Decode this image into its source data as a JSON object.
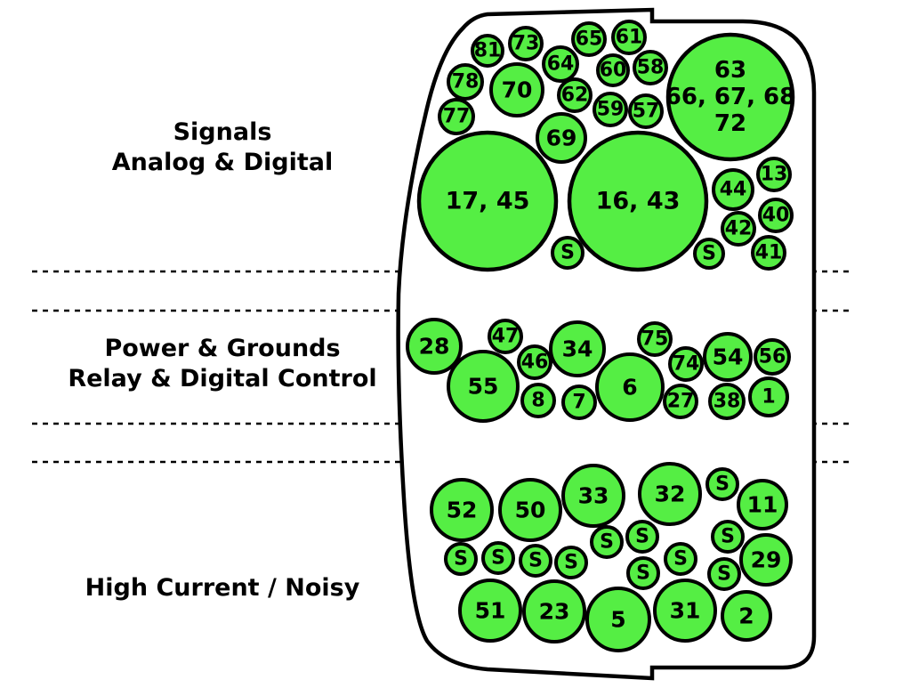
{
  "colors": {
    "wire_fill": "#55ee44",
    "stroke": "#000000",
    "background": "#ffffff"
  },
  "zones": {
    "signals": {
      "line1": "Signals",
      "line2": "Analog & Digital"
    },
    "power": {
      "line1": "Power & Grounds",
      "line2": "Relay & Digital Control"
    },
    "high_current": {
      "line1": "High Current / Noisy"
    }
  },
  "wires": [
    {
      "id": "w81",
      "label": "81"
    },
    {
      "id": "w73",
      "label": "73"
    },
    {
      "id": "w65",
      "label": "65"
    },
    {
      "id": "w61",
      "label": "61"
    },
    {
      "id": "w64",
      "label": "64"
    },
    {
      "id": "w60",
      "label": "60"
    },
    {
      "id": "w58",
      "label": "58"
    },
    {
      "id": "w78",
      "label": "78"
    },
    {
      "id": "w70",
      "label": "70"
    },
    {
      "id": "w62",
      "label": "62"
    },
    {
      "id": "w59",
      "label": "59"
    },
    {
      "id": "w57",
      "label": "57"
    },
    {
      "id": "w77",
      "label": "77"
    },
    {
      "id": "w69",
      "label": "69"
    },
    {
      "id": "w63",
      "label": "63|66, 67, 68|72"
    },
    {
      "id": "w17",
      "label": "17, 45"
    },
    {
      "id": "w16",
      "label": "16, 43"
    },
    {
      "id": "w44",
      "label": "44"
    },
    {
      "id": "w13",
      "label": "13"
    },
    {
      "id": "w40",
      "label": "40"
    },
    {
      "id": "w42",
      "label": "42"
    },
    {
      "id": "wS1",
      "label": "S"
    },
    {
      "id": "wS2",
      "label": "S"
    },
    {
      "id": "w41",
      "label": "41"
    },
    {
      "id": "w28",
      "label": "28"
    },
    {
      "id": "w47",
      "label": "47"
    },
    {
      "id": "w34",
      "label": "34"
    },
    {
      "id": "w75",
      "label": "75"
    },
    {
      "id": "w46",
      "label": "46"
    },
    {
      "id": "w74",
      "label": "74"
    },
    {
      "id": "w54",
      "label": "54"
    },
    {
      "id": "w56",
      "label": "56"
    },
    {
      "id": "w55",
      "label": "55"
    },
    {
      "id": "w6",
      "label": "6"
    },
    {
      "id": "w8",
      "label": "8"
    },
    {
      "id": "w7",
      "label": "7"
    },
    {
      "id": "w27",
      "label": "27"
    },
    {
      "id": "w38",
      "label": "38"
    },
    {
      "id": "w1",
      "label": "1"
    },
    {
      "id": "w52",
      "label": "52"
    },
    {
      "id": "w50",
      "label": "50"
    },
    {
      "id": "w33",
      "label": "33"
    },
    {
      "id": "w32",
      "label": "32"
    },
    {
      "id": "wS3",
      "label": "S"
    },
    {
      "id": "w11",
      "label": "11"
    },
    {
      "id": "wS4",
      "label": "S"
    },
    {
      "id": "wS5",
      "label": "S"
    },
    {
      "id": "wS6",
      "label": "S"
    },
    {
      "id": "wS7",
      "label": "S"
    },
    {
      "id": "wS8",
      "label": "S"
    },
    {
      "id": "wS9",
      "label": "S"
    },
    {
      "id": "wS10",
      "label": "S"
    },
    {
      "id": "wS11",
      "label": "S"
    },
    {
      "id": "wS12",
      "label": "S"
    },
    {
      "id": "w29",
      "label": "29"
    },
    {
      "id": "wS13",
      "label": "S"
    },
    {
      "id": "wS14",
      "label": "S"
    },
    {
      "id": "w51",
      "label": "51"
    },
    {
      "id": "w23",
      "label": "23"
    },
    {
      "id": "w5",
      "label": "5"
    },
    {
      "id": "w31",
      "label": "31"
    },
    {
      "id": "w2",
      "label": "2"
    }
  ]
}
